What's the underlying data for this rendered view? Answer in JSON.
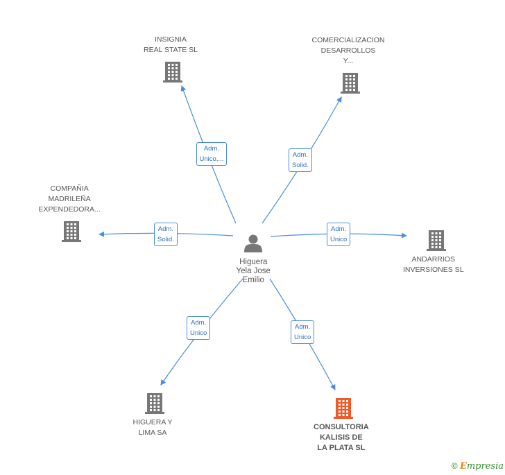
{
  "center": {
    "name_lines": [
      "Higuera",
      "Yela Jose",
      "Emilio"
    ],
    "icon": "person-icon"
  },
  "companies": [
    {
      "id": "insignia",
      "lines": [
        "INSIGNIA",
        "REAL STATE  SL"
      ],
      "icon": "building-icon",
      "color": "#777777"
    },
    {
      "id": "comercializacion",
      "lines": [
        "COMERCIALIZACION",
        "DESARROLLOS",
        "Y..."
      ],
      "icon": "building-icon",
      "color": "#777777"
    },
    {
      "id": "madrilena",
      "lines": [
        "COMPAÑIA",
        "MADRILEÑA",
        "EXPENDEDORA..."
      ],
      "icon": "building-icon",
      "color": "#777777"
    },
    {
      "id": "andarrios",
      "lines": [
        "ANDARRIOS",
        "INVERSIONES SL"
      ],
      "icon": "building-icon",
      "color": "#777777"
    },
    {
      "id": "higuera-lima",
      "lines": [
        "HIGUERA Y",
        "LIMA SA"
      ],
      "icon": "building-icon",
      "color": "#777777"
    },
    {
      "id": "consultoria",
      "lines": [
        "CONSULTORIA",
        "KALISIS DE",
        "LA PLATA SL"
      ],
      "icon": "building-icon",
      "color": "#f05a28",
      "focus": true
    }
  ],
  "relations": [
    {
      "to": "insignia",
      "lines": [
        "Adm.",
        "Unico,..."
      ]
    },
    {
      "to": "comercializacion",
      "lines": [
        "Adm.",
        "Solid."
      ]
    },
    {
      "to": "madrilena",
      "lines": [
        "Adm.",
        "Solid."
      ]
    },
    {
      "to": "andarrios",
      "lines": [
        "Adm.",
        "Unico"
      ]
    },
    {
      "to": "higuera-lima",
      "lines": [
        "Adm.",
        "Unico"
      ]
    },
    {
      "to": "consultoria",
      "lines": [
        "Adm.",
        "Unico"
      ]
    }
  ],
  "colors": {
    "edge": "#4a8cd8",
    "person": "#777777"
  },
  "footer": {
    "copyright": "©",
    "brand_initial": "E",
    "brand_rest": "mpresia"
  }
}
